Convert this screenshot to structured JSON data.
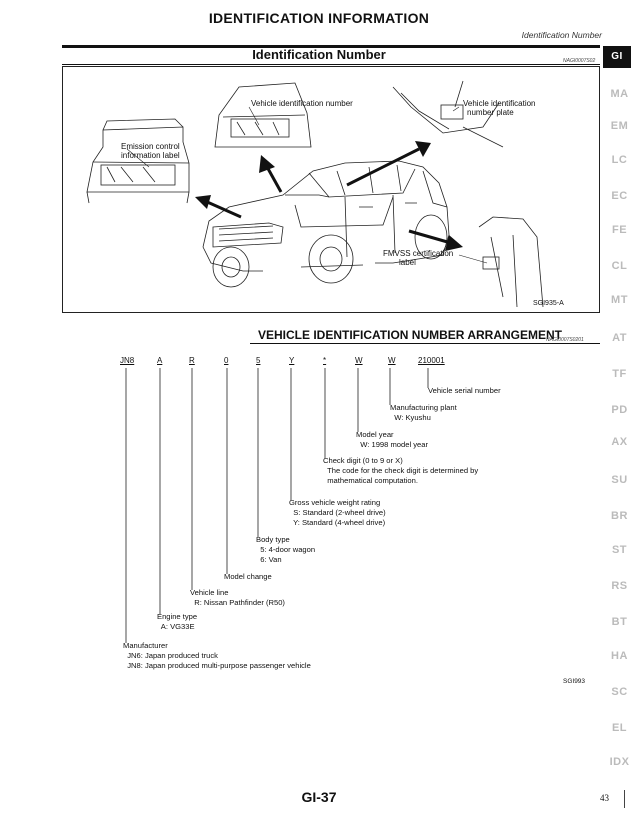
{
  "header": {
    "title": "IDENTIFICATION INFORMATION",
    "subtitle": "Identification Number"
  },
  "section1": {
    "title": "Identification Number",
    "code": "NAGI0007S02",
    "figure_code": "SGI935-A",
    "labels": {
      "vin": "Vehicle identification number",
      "emission_line1": "Emission control",
      "emission_line2": "information label",
      "vin_plate_line1": "Vehicle identification",
      "vin_plate_line2": "number plate",
      "fmvss_line1": "FMVSS certification",
      "fmvss_line2": "label"
    }
  },
  "section2": {
    "title": "VEHICLE IDENTIFICATION NUMBER ARRANGEMENT",
    "code": "NAGI0007S0201",
    "vin_chars": [
      "JN8",
      "A",
      "R",
      "0",
      "5",
      "Y",
      "*",
      "W",
      "W",
      "210001"
    ],
    "descriptions": {
      "serial": "Vehicle serial number",
      "plant": "Manufacturing plant\n  W: Kyushu",
      "model_year": "Model year\n  W: 1998 model year",
      "check_digit": "Check digit (0 to 9 or X)\n  The code for the check digit is determined by\n  mathematical computation.",
      "gvwr": "Gross vehicle weight rating\n  S: Standard (2-wheel drive)\n  Y: Standard (4-wheel drive)",
      "body_type": "Body type\n  5: 4-door wagon\n  6: Van",
      "model_change": "Model change",
      "vehicle_line": "Vehicle line\n  R: Nissan Pathfinder (R50)",
      "engine_type": "Engine type\n  A: VG33E",
      "manufacturer": "Manufacturer\n  JN6: Japan produced truck\n  JN8: Japan produced multi-purpose passenger vehicle"
    },
    "figure_code": "SGI993"
  },
  "sidebar": {
    "items": [
      "GI",
      "MA",
      "EM",
      "LC",
      "EC",
      "FE",
      "CL",
      "MT",
      "AT",
      "TF",
      "PD",
      "AX",
      "SU",
      "BR",
      "ST",
      "RS",
      "BT",
      "HA",
      "SC",
      "EL",
      "IDX"
    ],
    "active": "GI"
  },
  "footer": {
    "page_label": "GI-37",
    "page_number": "43"
  }
}
